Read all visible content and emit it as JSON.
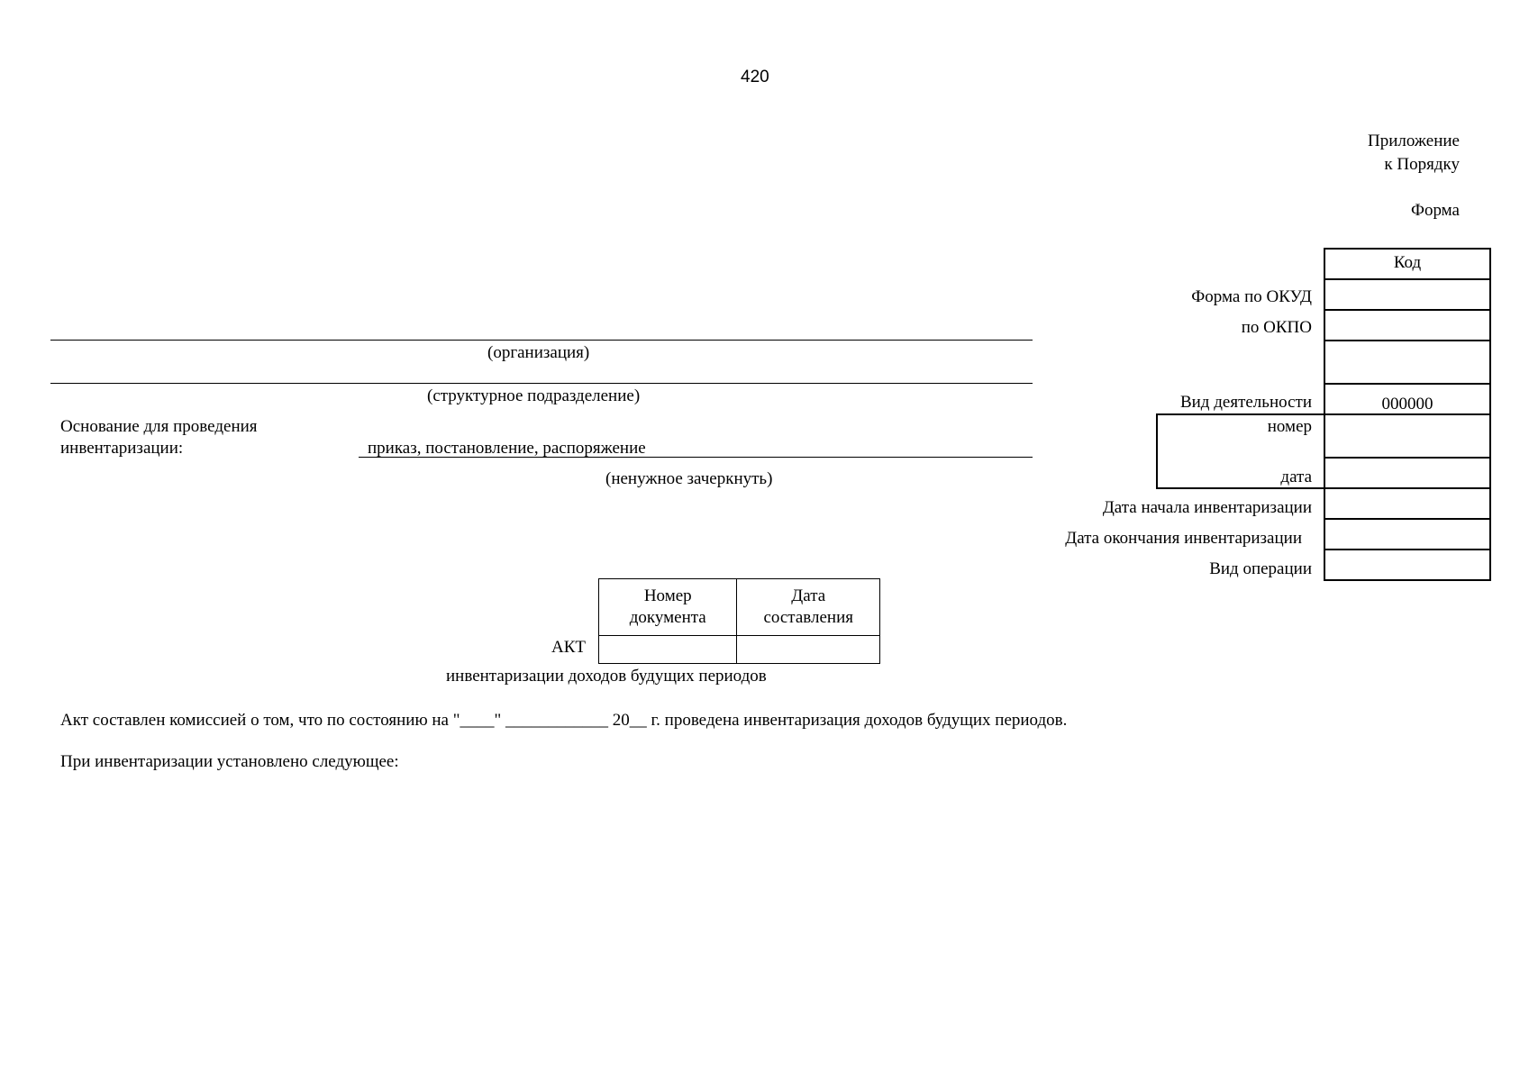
{
  "page_number": "420",
  "header": {
    "appendix_line1": "Приложение",
    "appendix_line2": "к Порядку",
    "form_label": "Форма"
  },
  "codes": {
    "column_header": "Код",
    "okud_label": "Форма по ОКУД",
    "okpo_label": "по ОКПО",
    "activity_label": "Вид деятельности",
    "activity_value": "000000",
    "number_label": "номер",
    "date_label": "дата",
    "start_date_label": "Дата начала инвентаризации",
    "end_date_label": "Дата окончания инвентаризации",
    "operation_label": "Вид операции"
  },
  "fields": {
    "organization_caption": "(организация)",
    "subdivision_caption": "(структурное подразделение)",
    "basis_label_line1": "Основание для проведения",
    "basis_label_line2": "инвентаризации:",
    "basis_value": "приказ, постановление, распоряжение",
    "basis_caption": "(ненужное зачеркнуть)"
  },
  "act": {
    "label": "АКТ",
    "doc_number_header_1": "Номер",
    "doc_number_header_2": "документа",
    "doc_date_header_1": "Дата",
    "doc_date_header_2": "составления",
    "subtitle": "инвентаризации доходов будущих периодов"
  },
  "body_text": {
    "statement": "Акт составлен комиссией о том, что по состоянию на \"____\" ____________ 20__ г. проведена инвентаризация доходов будущих периодов.",
    "findings": "При инвентаризации установлено следующее:"
  }
}
